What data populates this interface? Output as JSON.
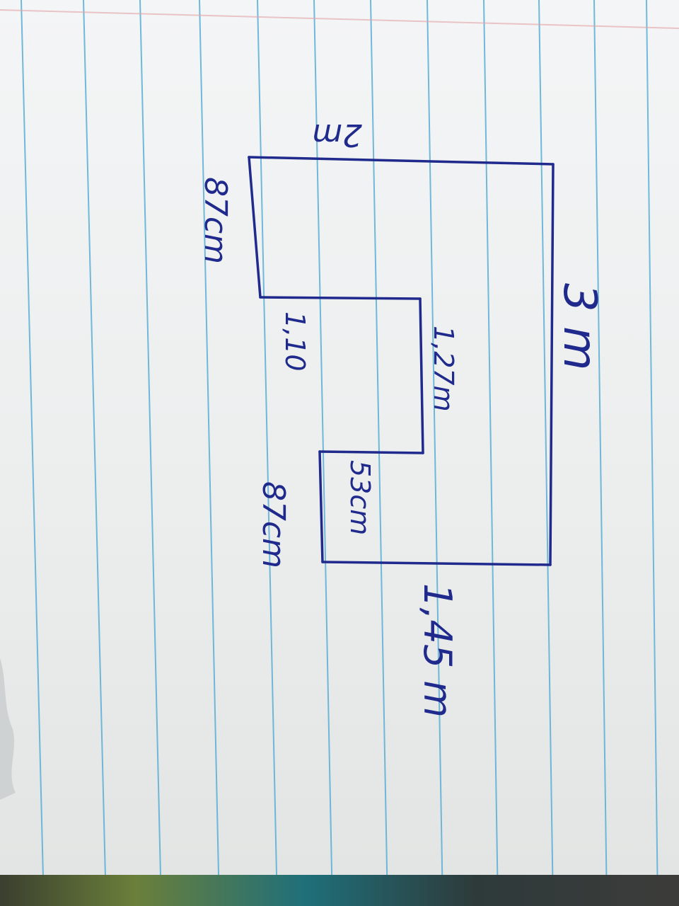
{
  "colors": {
    "ink": "#1f2a8c",
    "rule_line": "#5aaed6",
    "paper": "#eef0f0"
  },
  "labels": {
    "top_width": "2m",
    "left_height": "87cm",
    "inner_step": "1,10",
    "inner_height": "1,27m",
    "right_length": "3 m",
    "small_step": "53cm",
    "bottom_height": "87cm",
    "bottom_right": "1,45 m"
  }
}
